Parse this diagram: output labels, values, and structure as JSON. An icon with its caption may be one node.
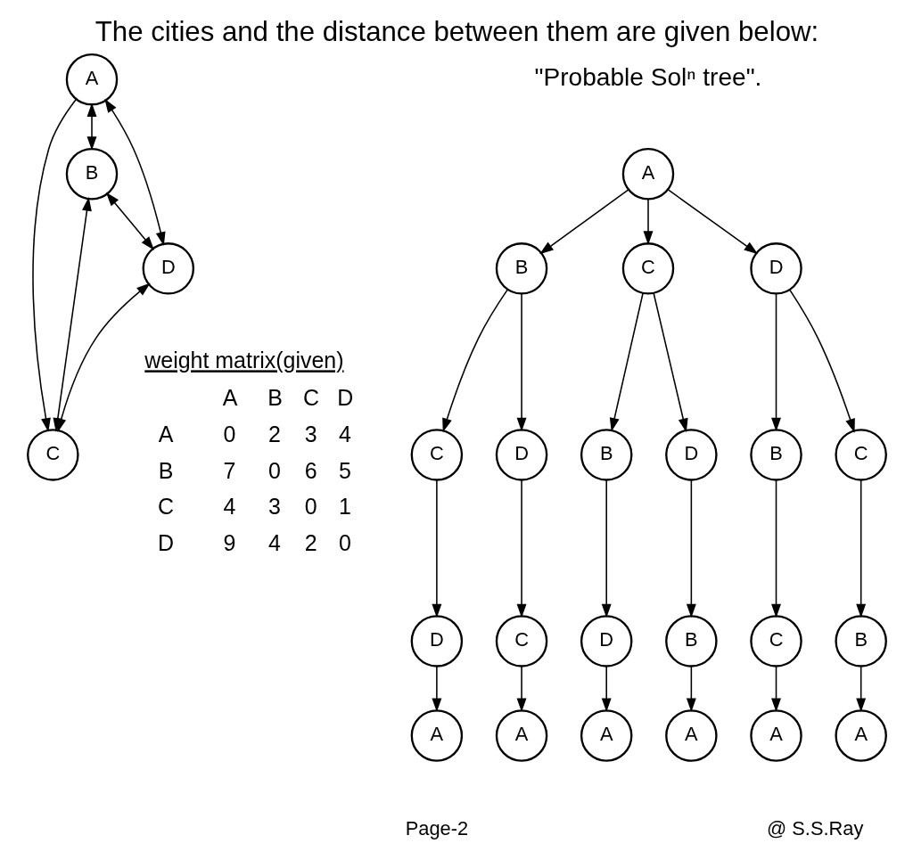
{
  "diagram": {
    "title": "The cities and the distance between them are given below:",
    "nodes": [
      {
        "text": [
          "A"
        ]
      },
      {
        "text": [
          "B"
        ]
      },
      {
        "text": [
          "C"
        ]
      },
      {
        "text": [
          "D"
        ]
      },
      {
        "text": [
          "A"
        ]
      },
      {
        "text": [
          "B"
        ]
      },
      {
        "text": [
          "C"
        ]
      },
      {
        "text": [
          "D"
        ]
      },
      {
        "text": [
          "C"
        ]
      },
      {
        "text": [
          "D"
        ]
      },
      {
        "text": [
          "B"
        ]
      },
      {
        "text": [
          "D"
        ]
      },
      {
        "text": [
          "B"
        ]
      },
      {
        "text": [
          "C"
        ]
      },
      {
        "text": [
          "D"
        ]
      },
      {
        "text": [
          "C"
        ]
      },
      {
        "text": [
          "D"
        ]
      },
      {
        "text": [
          "B"
        ]
      },
      {
        "text": [
          "C"
        ]
      },
      {
        "text": [
          "B"
        ]
      },
      {
        "text": [
          "A"
        ]
      },
      {
        "text": [
          "A"
        ]
      },
      {
        "text": [
          "A"
        ]
      },
      {
        "text": [
          "A"
        ]
      },
      {
        "text": [
          "A"
        ]
      },
      {
        "text": [
          "A"
        ]
      }
    ],
    "edges": [
      {
        "from": 0,
        "to": 1,
        "arrow": "both"
      },
      {
        "from": 0,
        "to": 3,
        "arrow": "both"
      },
      {
        "from": 0,
        "to": 2,
        "arrow": "to"
      },
      {
        "from": 1,
        "to": 3,
        "arrow": "both"
      },
      {
        "from": 1,
        "to": 2,
        "arrow": "both"
      },
      {
        "from": 3,
        "to": 2,
        "arrow": "both"
      },
      {
        "from": 4,
        "to": 5,
        "arrow": "to"
      },
      {
        "from": 4,
        "to": 6,
        "arrow": "to"
      },
      {
        "from": 4,
        "to": 7,
        "arrow": "to"
      },
      {
        "from": 5,
        "to": 8,
        "arrow": "to"
      },
      {
        "from": 5,
        "to": 9,
        "arrow": "to"
      },
      {
        "from": 6,
        "to": 10,
        "arrow": "to"
      },
      {
        "from": 6,
        "to": 11,
        "arrow": "to"
      },
      {
        "from": 7,
        "to": 12,
        "arrow": "to"
      },
      {
        "from": 7,
        "to": 13,
        "arrow": "to"
      },
      {
        "from": 8,
        "to": 14,
        "arrow": "to"
      },
      {
        "from": 9,
        "to": 15,
        "arrow": "to"
      },
      {
        "from": 10,
        "to": 16,
        "arrow": "to"
      },
      {
        "from": 11,
        "to": 17,
        "arrow": "to"
      },
      {
        "from": 12,
        "to": 18,
        "arrow": "to"
      },
      {
        "from": 13,
        "to": 19,
        "arrow": "to"
      },
      {
        "from": 14,
        "to": 20,
        "arrow": "to"
      },
      {
        "from": 15,
        "to": 21,
        "arrow": "to"
      },
      {
        "from": 16,
        "to": 22,
        "arrow": "to"
      },
      {
        "from": 17,
        "to": 23,
        "arrow": "to"
      },
      {
        "from": 18,
        "to": 24,
        "arrow": "to"
      },
      {
        "from": 19,
        "to": 25,
        "arrow": "to"
      }
    ],
    "labels": [
      "\"Probable Solⁿ tree\".",
      "weight matrix(given)",
      "A",
      "B",
      "C",
      "D",
      "A",
      "0",
      "2",
      "3",
      "4",
      "B",
      "7",
      "0",
      "6",
      "5",
      "C",
      "4",
      "3",
      "0",
      "1",
      "D",
      "9",
      "4",
      "2",
      "0",
      "Page-2",
      "@ S.S.Ray"
    ]
  }
}
